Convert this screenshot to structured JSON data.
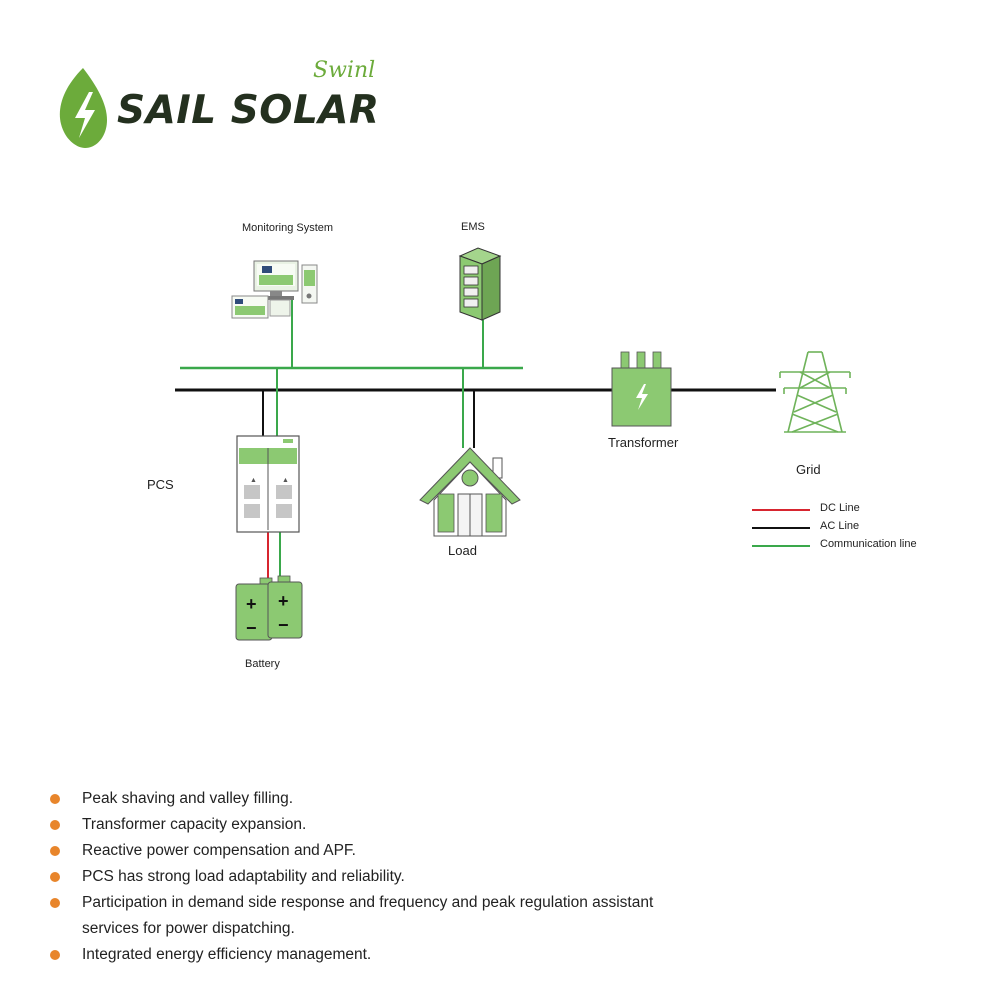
{
  "brand": {
    "name": "SAIL SOLAR",
    "signature": "Swinl",
    "leaf_color": "#6cab3b",
    "text_color": "#24301f"
  },
  "colors": {
    "dc_line": "#d7252f",
    "ac_line": "#111111",
    "communication_line": "#3aa84b",
    "equipment_fill": "#8cc972",
    "bullet": "#e8852b"
  },
  "diagram": {
    "nodes": {
      "monitoring_system": "Monitoring System",
      "ems": "EMS",
      "pcs": "PCS",
      "load": "Load",
      "transformer": "Transformer",
      "grid": "Grid",
      "battery": "Battery"
    },
    "battery_signs": {
      "plus": "+",
      "minus": "−"
    }
  },
  "legend": [
    {
      "label": "DC Line",
      "color": "#d7252f"
    },
    {
      "label": "AC Line",
      "color": "#111111"
    },
    {
      "label": "Communication line",
      "color": "#3aa84b"
    }
  ],
  "features": [
    "Peak shaving and valley filling.",
    "Transformer capacity expansion.",
    "Reactive power compensation and APF.",
    "PCS has strong load adaptability and reliability.",
    "Participation in demand side response and frequency and peak regulation assistant services for power dispatching.",
    "Integrated energy efficiency management."
  ]
}
